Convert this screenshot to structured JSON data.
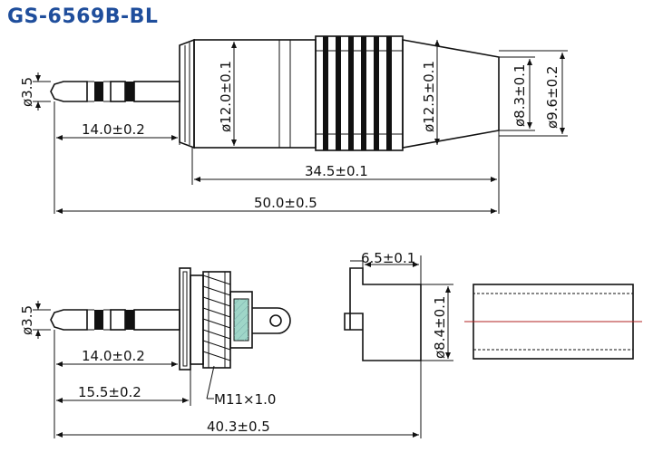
{
  "title": "GS-6569B-BL",
  "top_view": {
    "plug_dia": "ø3.5",
    "tip_len": "14.0±0.2",
    "body_dia": "ø12.0±0.1",
    "grip_dia": "ø12.5±0.1",
    "tail_dia_inner": "ø8.3±0.1",
    "tail_dia_outer": "ø9.6±0.2",
    "body_len": "34.5±0.1",
    "total_len": "50.0±0.5"
  },
  "bottom_view": {
    "plug_dia": "ø3.5",
    "tip_len": "14.0±0.2",
    "thread_start": "15.5±0.2",
    "thread": "M11×1.0",
    "total_len": "40.3±0.5",
    "clamp_len": "6.5±0.1",
    "clamp_dia": "ø8.4±0.1"
  },
  "colors": {
    "title": "#1f4e9c",
    "line": "#111111",
    "insulator": "#9fd6c8",
    "sleeve_line": "#b22222"
  }
}
